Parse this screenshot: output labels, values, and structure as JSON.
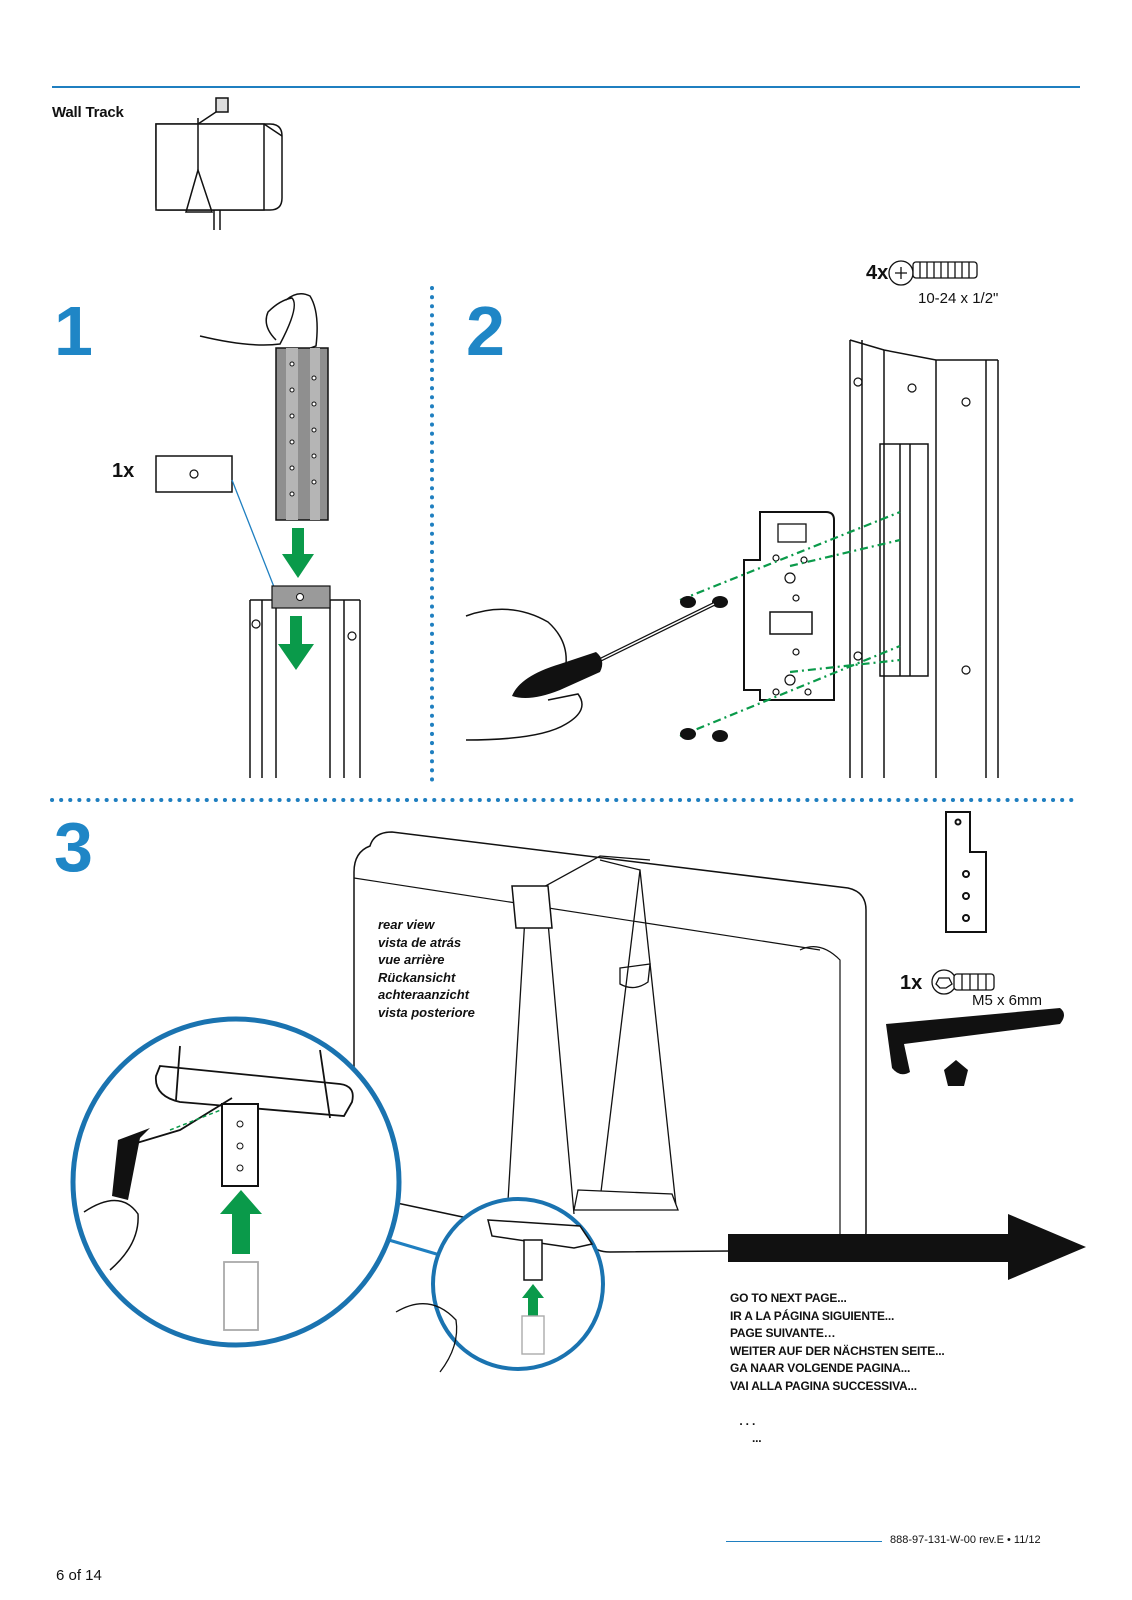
{
  "header": {
    "section_title": "Wall Track"
  },
  "steps": {
    "step1": {
      "number": "1",
      "qty": "1x"
    },
    "step2": {
      "number": "2",
      "qty": "4x",
      "spec": "10-24 x 1/2\""
    },
    "step3": {
      "number": "3",
      "qty": "1x",
      "spec": "M5 x 6mm",
      "view_labels": [
        "rear view",
        "vista de atrás",
        "vue arrière",
        "Rückansicht",
        "achteraanzicht",
        "vista posteriore",
        "  ",
        "   ",
        "   "
      ]
    }
  },
  "next_page": {
    "lines": [
      "GO TO NEXT PAGE...",
      "IR A LA PÁGINA SIGUIENTE...",
      "PAGE SUIVANTE…",
      "WEITER AUF DER NÄCHSTEN SEITE...",
      "GA NAAR VOLGENDE PAGINA...",
      "VAI ALLA PAGINA SUCCESSIVA...",
      "            ",
      "   . . .",
      "       ..."
    ]
  },
  "footer": {
    "doc_number": "888-97-131-W-00 rev.E • 11/12",
    "page": "6 of 14"
  },
  "colors": {
    "accent": "#1f86c6",
    "arrow_green": "#0a9a4a",
    "dots": "#1f7fc0"
  }
}
